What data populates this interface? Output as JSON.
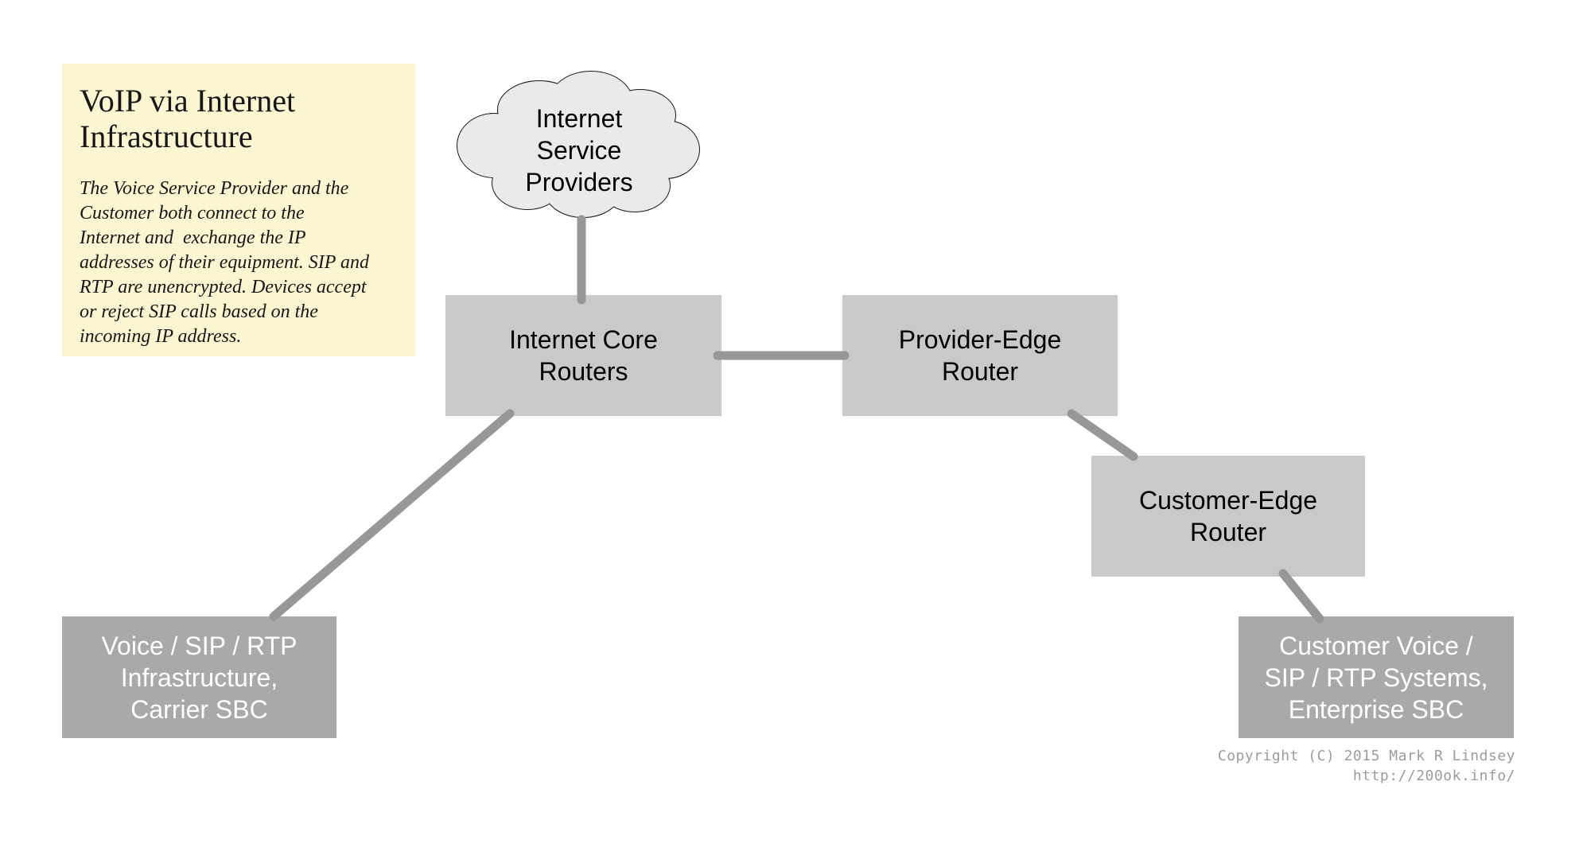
{
  "page": {
    "background": "#FFFFFF"
  },
  "note": {
    "background": "#FBF5D2",
    "text_color": "#161616",
    "title": "VoIP via Internet\nInfrastructure",
    "body": "The Voice Service Provider and the\nCustomer both connect to the\nInternet and  exchange the IP\naddresses of their equipment. SIP and\nRTP are unencrypted. Devices accept\nor reject SIP calls based on the\nincoming IP address."
  },
  "nodes": {
    "cloud": {
      "label": "Internet\nService\nProviders",
      "fill": "#EAEAEA",
      "stroke": "#1A1A1A",
      "text_color": "#000000"
    },
    "core": {
      "label": "Internet Core\nRouters",
      "fill": "#C9C9C9",
      "text_color": "#000000"
    },
    "provider_edge": {
      "label": "Provider-Edge\nRouter",
      "fill": "#C9C9C9",
      "text_color": "#000000"
    },
    "customer_edge": {
      "label": "Customer-Edge\nRouter",
      "fill": "#C9C9C9",
      "text_color": "#000000"
    },
    "carrier": {
      "label": "Voice / SIP / RTP\nInfrastructure,\nCarrier SBC",
      "fill": "#A9A9A9",
      "text_color": "#FFFFFF"
    },
    "customer": {
      "label": "Customer Voice /\nSIP / RTP Systems,\nEnterprise SBC",
      "fill": "#A9A9A9",
      "text_color": "#FFFFFF"
    }
  },
  "connectors": {
    "color": "#979797",
    "edges": [
      {
        "from": "isp-cloud",
        "to": "internet-core-routers"
      },
      {
        "from": "internet-core-routers",
        "to": "provider-edge-router"
      },
      {
        "from": "internet-core-routers",
        "to": "carrier-voice-infrastructure"
      },
      {
        "from": "provider-edge-router",
        "to": "customer-edge-router"
      },
      {
        "from": "customer-edge-router",
        "to": "customer-voice-systems"
      }
    ]
  },
  "copyright": {
    "text": "Copyright (C) 2015 Mark R Lindsey\nhttp://200ok.info/",
    "color": "#9C9C9C"
  }
}
